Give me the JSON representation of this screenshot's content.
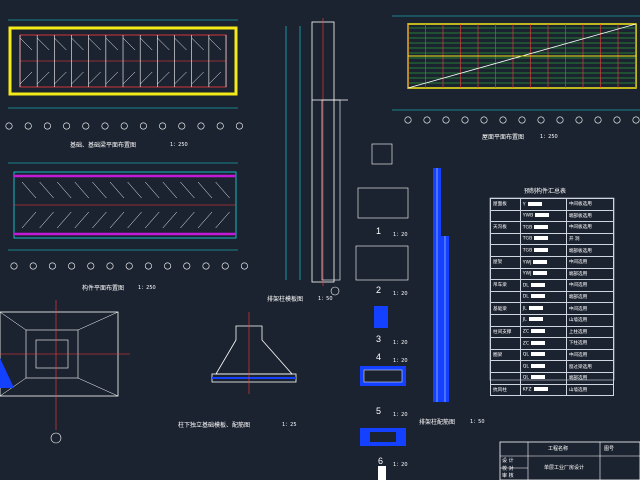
{
  "drawings": {
    "foundation_plan_title": "基础、基础梁平面布置图",
    "foundation_plan_scale": "1：250",
    "member_plan_title": "构件平面布置图",
    "member_plan_scale": "1：250",
    "roof_plan_title": "屋面平面布置图",
    "roof_plan_scale": "1：250",
    "column_rebar_title": "排架柱模板图",
    "column_rebar_scale": "1：50",
    "column_reinforcement_title": "排架柱配筋图",
    "column_reinforcement_scale": "1：50",
    "footing_title": "柱下独立基础模板、配筋图",
    "footing_scale": "1：25"
  },
  "sections": [
    {
      "num": "1",
      "scale": "1：20"
    },
    {
      "num": "2",
      "scale": "1：20"
    },
    {
      "num": "3",
      "scale": "1：20"
    },
    {
      "num": "4",
      "scale": "1：20"
    },
    {
      "num": "5",
      "scale": "1：20"
    },
    {
      "num": "6",
      "scale": "1：20"
    }
  ],
  "members_table": {
    "title": "预制构件汇总表",
    "rows": [
      {
        "category": "屋面板",
        "code": "Y",
        "note": "中间板选用"
      },
      {
        "category": "",
        "code": "YWB",
        "note": "端部板选用"
      },
      {
        "category": "天沟板",
        "code": "TGB",
        "note": "中间板选用"
      },
      {
        "category": "",
        "code": "TGB",
        "note": "开  洞"
      },
      {
        "category": "",
        "code": "TGB",
        "note": "端部板选用"
      },
      {
        "category": "屋架",
        "code": "YWJ",
        "note": "中间选用"
      },
      {
        "category": "",
        "code": "YWJ",
        "note": "端部选用"
      },
      {
        "category": "吊车梁",
        "code": "DL",
        "note": "中间选用"
      },
      {
        "category": "",
        "code": "DL",
        "note": "端部选用"
      },
      {
        "category": "基础梁",
        "code": "JL",
        "note": "中间选用"
      },
      {
        "category": "",
        "code": "JL",
        "note": "山墙选用"
      },
      {
        "category": "柱间支撑",
        "code": "ZC",
        "note": "上柱选用"
      },
      {
        "category": "",
        "code": "ZC",
        "note": "下柱选用"
      },
      {
        "category": "圈梁",
        "code": "QL",
        "note": "中间选用"
      },
      {
        "category": "",
        "code": "QL",
        "note": "窗过梁选用"
      },
      {
        "category": "",
        "code": "QL",
        "note": "端部选用"
      },
      {
        "category": "抗风柱",
        "code": "KFZ",
        "note": "山墙选用"
      }
    ]
  },
  "title_block": {
    "project_label": "工程名称",
    "drawing_label": "图号",
    "drawing_name": "单层工业厂房设计",
    "row1": "设 计",
    "row2": "校 对",
    "row3": "审 核"
  },
  "colors": {
    "background": "#1c2330",
    "cyan": "#14e0ea",
    "yellow": "#f4ea18",
    "red": "#ff3b3b",
    "magenta": "#c21ad8",
    "green": "#2cd63a",
    "blue": "#1440ff",
    "white": "#ffffff"
  }
}
